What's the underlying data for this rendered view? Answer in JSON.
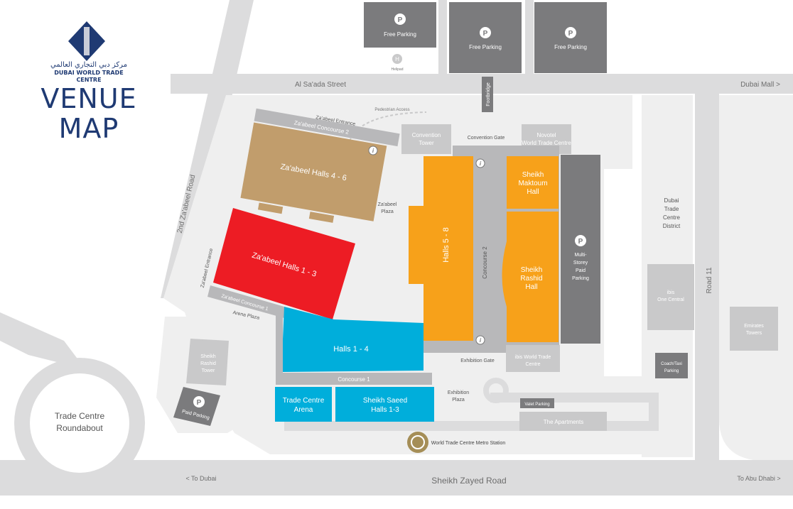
{
  "header": {
    "logo_arabic": "مركز دبي التجاري العالمي",
    "logo_english": "DUBAI WORLD TRADE CENTRE",
    "title_line1": "VENUE",
    "title_line2": "MAP"
  },
  "parking": {
    "free_parking_1": "Free Parking",
    "free_parking_2": "Free Parking",
    "free_parking_3": "Free Parking",
    "paid_parking": "Paid Parking",
    "multi_storey": [
      "Multi-",
      "Storey",
      "Paid",
      "Parking"
    ],
    "p_symbol": "P"
  },
  "helipad": {
    "label": "Helipad",
    "symbol": "H"
  },
  "roads": {
    "al_saada": "Al Sa'ada Street",
    "dubai_mall": "Dubai Mall >",
    "zaabeel_road": "2nd Za'abeel Road",
    "road_11": "Road 11",
    "sheikh_zayed": "Sheikh Zayed Road",
    "to_dubai": "< To Dubai",
    "to_abu_dhabi": "To Abu Dhabi >",
    "footbridge": "Footbridge"
  },
  "halls": {
    "zaabeel_4_6": "Za'abeel Halls 4 - 6",
    "zaabeel_1_3": "Za'abeel Halls 1 - 3",
    "halls_1_4": "Halls 1 - 4",
    "halls_5_8": "Halls 5 - 8",
    "trade_centre_arena": [
      "Trade Centre",
      "Arena"
    ],
    "sheikh_saeed": [
      "Sheikh Saeed",
      "Halls 1-3"
    ],
    "sheikh_maktoum": [
      "Sheikh",
      "Maktoum",
      "Hall"
    ],
    "sheikh_rashid": [
      "Sheikh",
      "Rashid",
      "Hall"
    ]
  },
  "areas": {
    "zaabeel_entrance_top": "Za'abeel Entrance",
    "zaabeel_entrance_side": "Za'abeel Entrance",
    "zaabeel_concourse_2": "Za'abeel Concourse 2",
    "zaabeel_concourse_1": "Za'abeel Concourse 1",
    "pedestrian_access": "Pedestrian Access",
    "zaabeel_plaza": [
      "Za'abeel",
      "Plaza"
    ],
    "arena_plaza": "Arena Plaza",
    "concourse_1": "Concourse 1",
    "concourse_2": "Concourse 2",
    "convention_gate": "Convention Gate",
    "exhibition_gate": "Exhibition Gate",
    "exhibition_plaza": [
      "Exhibition",
      "Plaza"
    ],
    "info_symbol": "i"
  },
  "buildings": {
    "convention_tower": [
      "Convention",
      "Tower"
    ],
    "novotel": [
      "Novotel",
      "World Trade Centre"
    ],
    "ibis_wtc": [
      "ibis World Trade",
      "Centre"
    ],
    "ibis_one_central": [
      "ibis",
      "One Central"
    ],
    "emirates_towers": [
      "Emirates",
      "Towers"
    ],
    "dwtc_district": [
      "Dubai",
      "Trade",
      "Centre",
      "District"
    ],
    "sheikh_rashid_tower": [
      "Sheikh",
      "Rashid",
      "Tower"
    ],
    "the_apartments": "The Apartments",
    "valet_parking": "Valet Parking",
    "coach_taxi": [
      "Coach/Taxi",
      "Parking"
    ],
    "trade_centre_roundabout": [
      "Trade Centre",
      "Roundabout"
    ],
    "metro_station": "World Trade Centre Metro Station"
  },
  "colors": {
    "road": "#dcdcdd",
    "block": "#efefef",
    "building": "#c9c9ca",
    "dark_building": "#7b7b7d",
    "zaabeel_4_6": "#c19d6c",
    "zaabeel_1_3": "#ed1c24",
    "cyan_halls": "#00aedb",
    "orange_halls": "#f7a11a",
    "concourse": "#b8b8ba",
    "metro": "#a58e57",
    "navy": "#1f3a73"
  }
}
